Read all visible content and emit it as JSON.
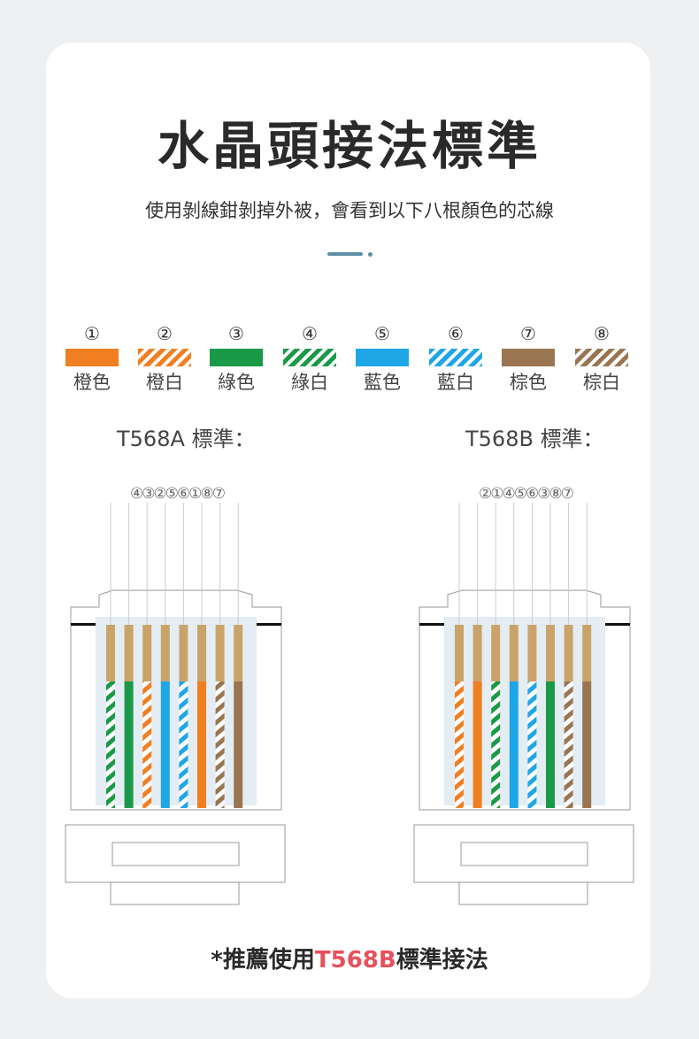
{
  "title": "水晶頭接法標準",
  "subtitle": "使用剝線鉗剝掉外被，會看到以下八根顏色的芯線",
  "wires": [
    {
      "num": "①",
      "label": "橙色",
      "color": "#f07f22",
      "striped": false
    },
    {
      "num": "②",
      "label": "橙白",
      "color": "#f07f22",
      "striped": true
    },
    {
      "num": "③",
      "label": "綠色",
      "color": "#1a9a48",
      "striped": false
    },
    {
      "num": "④",
      "label": "綠白",
      "color": "#1a9a48",
      "striped": true
    },
    {
      "num": "⑤",
      "label": "藍色",
      "color": "#1ea6e6",
      "striped": false
    },
    {
      "num": "⑥",
      "label": "藍白",
      "color": "#1ea6e6",
      "striped": true
    },
    {
      "num": "⑦",
      "label": "棕色",
      "color": "#9a7552",
      "striped": false
    },
    {
      "num": "⑧",
      "label": "棕白",
      "color": "#9a7552",
      "striped": true
    }
  ],
  "standards": [
    {
      "label": "T568A 標準：",
      "order_label": "④③②⑤⑥①⑧⑦",
      "order": [
        4,
        3,
        2,
        5,
        6,
        1,
        8,
        7
      ]
    },
    {
      "label": "T568B 標準：",
      "order_label": "②①④⑤⑥③⑧⑦",
      "order": [
        2,
        1,
        4,
        5,
        6,
        3,
        8,
        7
      ]
    }
  ],
  "footer": {
    "prefix": "*推薦使用",
    "highlight": "T568B",
    "suffix": "標準接法",
    "highlight_color": "#e8505b"
  }
}
